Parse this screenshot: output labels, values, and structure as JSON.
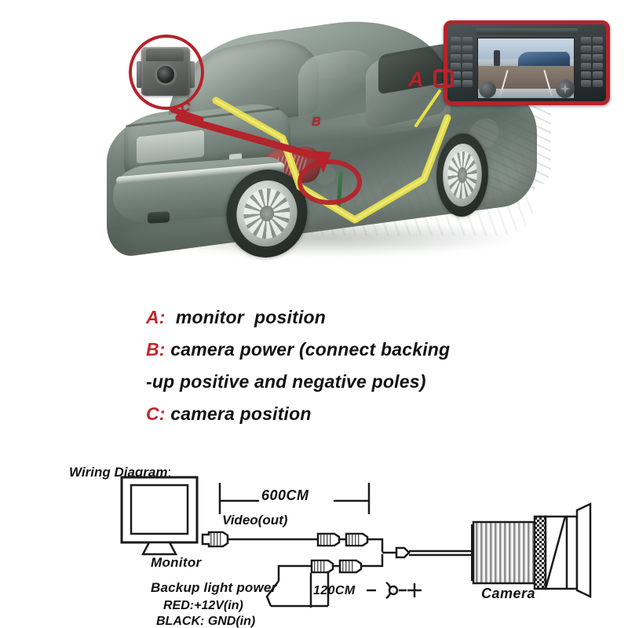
{
  "document": {
    "type": "rear-view-camera-installation-diagram",
    "background_color": "#ffffff"
  },
  "photo": {
    "alt_name": "cutaway-sedan-photo",
    "callouts": [
      {
        "id": "A",
        "label": "A",
        "target": "monitor / head unit in dashboard"
      },
      {
        "id": "B",
        "label": "B",
        "target": "reverse light power tap at tail lamp"
      },
      {
        "id": "C",
        "label": "C",
        "target": "camera at trunk lid / license plate"
      }
    ],
    "camera_inset": {
      "name": "rear-view-camera-module"
    },
    "monitor_inset": {
      "name": "in-dash-head-unit-with-reverse-view"
    },
    "cable_color": "#e8e04a"
  },
  "legend": {
    "lines": [
      {
        "key": "A:",
        "text": "  monitor  position"
      },
      {
        "key": "B:",
        "text": " camera power (connect backing"
      },
      {
        "key": "",
        "text": "-up positive and negative poles)"
      },
      {
        "key": "C:",
        "text": " camera position"
      }
    ],
    "key_color": "#c0272d",
    "text_color": "#111111"
  },
  "wiring": {
    "title": "Wiring Diagram",
    "title_colon": ":",
    "monitor_label": "Monitor",
    "video_label_main": "Video",
    "video_label_paren": "(out)",
    "length_video": "600CM",
    "length_power": "120CM",
    "backup_power_label": "Backup light power",
    "red_wire_label": "RED",
    "red_wire_value": ":+12V",
    "red_wire_paren": "(in)",
    "black_wire_label": "BLACK",
    "black_wire_value": ": GND",
    "black_wire_paren": "(in)",
    "camera_label": "Camera",
    "polarity_minus": "−",
    "polarity_plus": "+",
    "line_color": "#1a1a1a"
  }
}
